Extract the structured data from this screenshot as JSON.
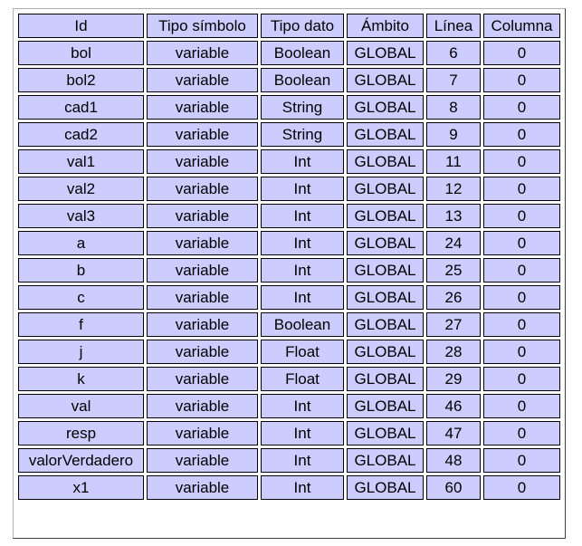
{
  "table": {
    "headers": [
      "Id",
      "Tipo símbolo",
      "Tipo dato",
      "Ámbito",
      "Línea",
      "Columna"
    ],
    "rows": [
      [
        "bol",
        "variable",
        "Boolean",
        "GLOBAL",
        "6",
        "0"
      ],
      [
        "bol2",
        "variable",
        "Boolean",
        "GLOBAL",
        "7",
        "0"
      ],
      [
        "cad1",
        "variable",
        "String",
        "GLOBAL",
        "8",
        "0"
      ],
      [
        "cad2",
        "variable",
        "String",
        "GLOBAL",
        "9",
        "0"
      ],
      [
        "val1",
        "variable",
        "Int",
        "GLOBAL",
        "11",
        "0"
      ],
      [
        "val2",
        "variable",
        "Int",
        "GLOBAL",
        "12",
        "0"
      ],
      [
        "val3",
        "variable",
        "Int",
        "GLOBAL",
        "13",
        "0"
      ],
      [
        "a",
        "variable",
        "Int",
        "GLOBAL",
        "24",
        "0"
      ],
      [
        "b",
        "variable",
        "Int",
        "GLOBAL",
        "25",
        "0"
      ],
      [
        "c",
        "variable",
        "Int",
        "GLOBAL",
        "26",
        "0"
      ],
      [
        "f",
        "variable",
        "Boolean",
        "GLOBAL",
        "27",
        "0"
      ],
      [
        "j",
        "variable",
        "Float",
        "GLOBAL",
        "28",
        "0"
      ],
      [
        "k",
        "variable",
        "Float",
        "GLOBAL",
        "29",
        "0"
      ],
      [
        "val",
        "variable",
        "Int",
        "GLOBAL",
        "46",
        "0"
      ],
      [
        "resp",
        "variable",
        "Int",
        "GLOBAL",
        "47",
        "0"
      ],
      [
        "valorVerdadero",
        "variable",
        "Int",
        "GLOBAL",
        "48",
        "0"
      ],
      [
        "x1",
        "variable",
        "Int",
        "GLOBAL",
        "60",
        "0"
      ]
    ]
  },
  "colors": {
    "cell_background": "#ccccff",
    "cell_border": "#000000",
    "page_background": "#ffffff"
  }
}
